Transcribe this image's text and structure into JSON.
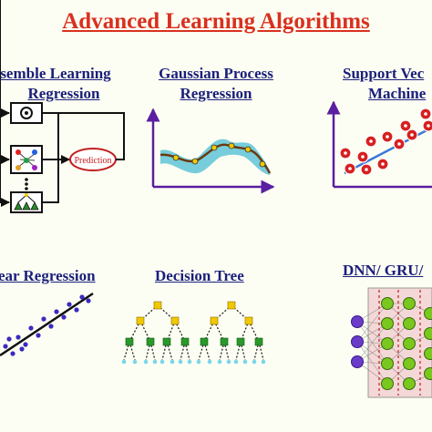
{
  "title": "Advanced Learning Algorithms",
  "panels": {
    "ensemble": {
      "line1": "semble Learning",
      "line2": "Regression",
      "box_text": "Prediction"
    },
    "gaussian": {
      "line1": "Gaussian Process",
      "line2": "Regression"
    },
    "svm": {
      "line1": "Support Vec",
      "line2": "Machine"
    },
    "linear": {
      "line1": "ear Regression"
    },
    "tree": {
      "line1": "Decision Tree"
    },
    "dnn": {
      "line1": "DNN/ GRU/"
    }
  },
  "colors": {
    "title": "#d9301f",
    "label": "#1a1f7a",
    "axis": "#5a1fa0",
    "svm_dot": "#d62020",
    "tree_node": "#f0c800",
    "tree_leaf": "#2a9a2a",
    "nn_input": "#6a3cc8",
    "nn_hidden": "#7ac81e"
  }
}
